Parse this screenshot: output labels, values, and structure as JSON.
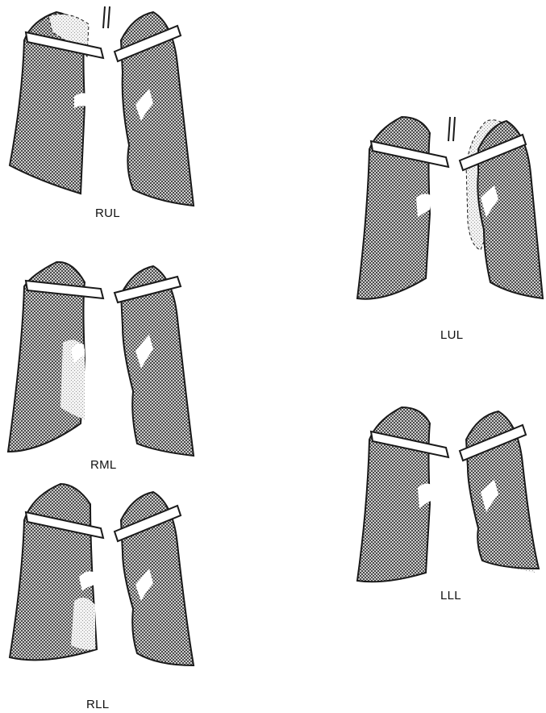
{
  "panels": [
    {
      "id": "rul",
      "label": "RUL",
      "side": "right",
      "lobe": "upper"
    },
    {
      "id": "rml",
      "label": "RML",
      "side": "right",
      "lobe": "middle"
    },
    {
      "id": "rll",
      "label": "RLL",
      "side": "right",
      "lobe": "lower"
    },
    {
      "id": "lul",
      "label": "LUL",
      "side": "left",
      "lobe": "upper"
    },
    {
      "id": "lll",
      "label": "LLL",
      "side": "left",
      "lobe": "lower"
    }
  ],
  "colors": {
    "stipple": "#7c7c7c",
    "collapse": "#cfcfcf",
    "outline": "#1a1a1a"
  }
}
